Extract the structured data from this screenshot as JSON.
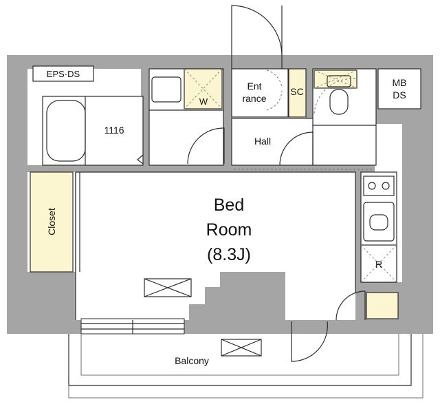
{
  "floor_plan": {
    "rooms": {
      "bed_room": {
        "name_line1": "Bed",
        "name_line2": "Room",
        "size": "(8.3J)"
      },
      "entrance": {
        "line1": "Ent",
        "line2": "rance"
      },
      "hall": "Hall",
      "closet": "Closet",
      "balcony": "Balcony",
      "bath": "1116",
      "shoe_cabinet": "SC",
      "eps_ds": "EPS·DS",
      "mb_ds": {
        "line1": "MB",
        "line2": "DS"
      }
    },
    "fixtures": {
      "washer_label": "W",
      "fridge_label": "R"
    }
  }
}
